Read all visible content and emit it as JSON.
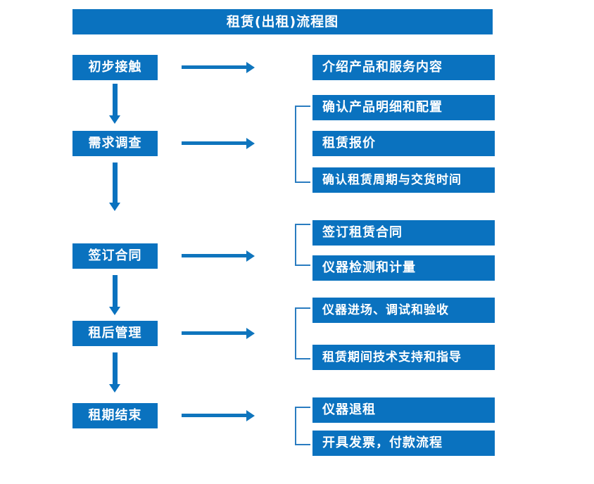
{
  "diagram": {
    "title": "租赁(出租)流程图",
    "theme_color": "#0a72bf",
    "arrow_color": "#0f75bd",
    "bracket_color": "#2a7cc0",
    "text_color": "#ffffff",
    "background": "#ffffff",
    "stages": [
      {
        "id": "stage-1",
        "label": "初步接触",
        "details": [
          "介绍产品和服务内容"
        ],
        "has_bracket": false,
        "has_down_arrow": true
      },
      {
        "id": "stage-2",
        "label": "需求调查",
        "details": [
          "确认产品明细和配置",
          "租赁报价",
          "确认租赁周期与交货时间"
        ],
        "has_bracket": true,
        "has_down_arrow": true
      },
      {
        "id": "stage-3",
        "label": "签订合同",
        "details": [
          "签订租赁合同",
          "仪器检测和计量"
        ],
        "has_bracket": true,
        "has_down_arrow": true
      },
      {
        "id": "stage-4",
        "label": "租后管理",
        "details": [
          "仪器进场、调试和验收",
          "租赁期间技术支持和指导"
        ],
        "has_bracket": true,
        "has_down_arrow": true
      },
      {
        "id": "stage-5",
        "label": "租期结束",
        "details": [
          "仪器退租",
          "开具发票，付款流程"
        ],
        "has_bracket": true,
        "has_down_arrow": false
      }
    ]
  }
}
